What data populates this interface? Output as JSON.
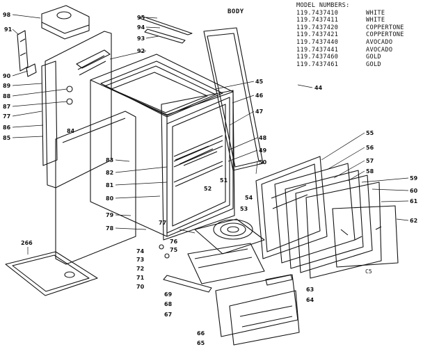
{
  "title": "BODY",
  "model_numbers": {
    "header": "MODEL NUMBERS:",
    "rows": [
      {
        "number": "119.7437410",
        "color": "WHITE"
      },
      {
        "number": "119.7437411",
        "color": "WHITE"
      },
      {
        "number": "119.7437420",
        "color": "COPPERTONE"
      },
      {
        "number": "119.7437421",
        "color": "COPPERTONE"
      },
      {
        "number": "119.7437440",
        "color": "AVOCADO"
      },
      {
        "number": "119.7437441",
        "color": "AVOCADO"
      },
      {
        "number": "119.7437460",
        "color": "GOLD"
      },
      {
        "number": "119.7437461",
        "color": "GOLD"
      }
    ]
  },
  "page_code": "C5",
  "callouts": [
    "98",
    "91",
    "90",
    "89",
    "88",
    "87",
    "77",
    "86",
    "85",
    "84",
    "95",
    "94",
    "93",
    "92",
    "45",
    "46",
    "47",
    "44",
    "48",
    "49",
    "50",
    "55",
    "56",
    "57",
    "58",
    "59",
    "60",
    "61",
    "62",
    "83",
    "82",
    "81",
    "80",
    "79",
    "78",
    "77",
    "76",
    "75",
    "74",
    "73",
    "72",
    "71",
    "70",
    "69",
    "68",
    "67",
    "66",
    "65",
    "64",
    "63",
    "52",
    "51",
    "53",
    "54",
    "266"
  ],
  "colors": {
    "ink": "#111111",
    "paper": "#ffffff"
  }
}
